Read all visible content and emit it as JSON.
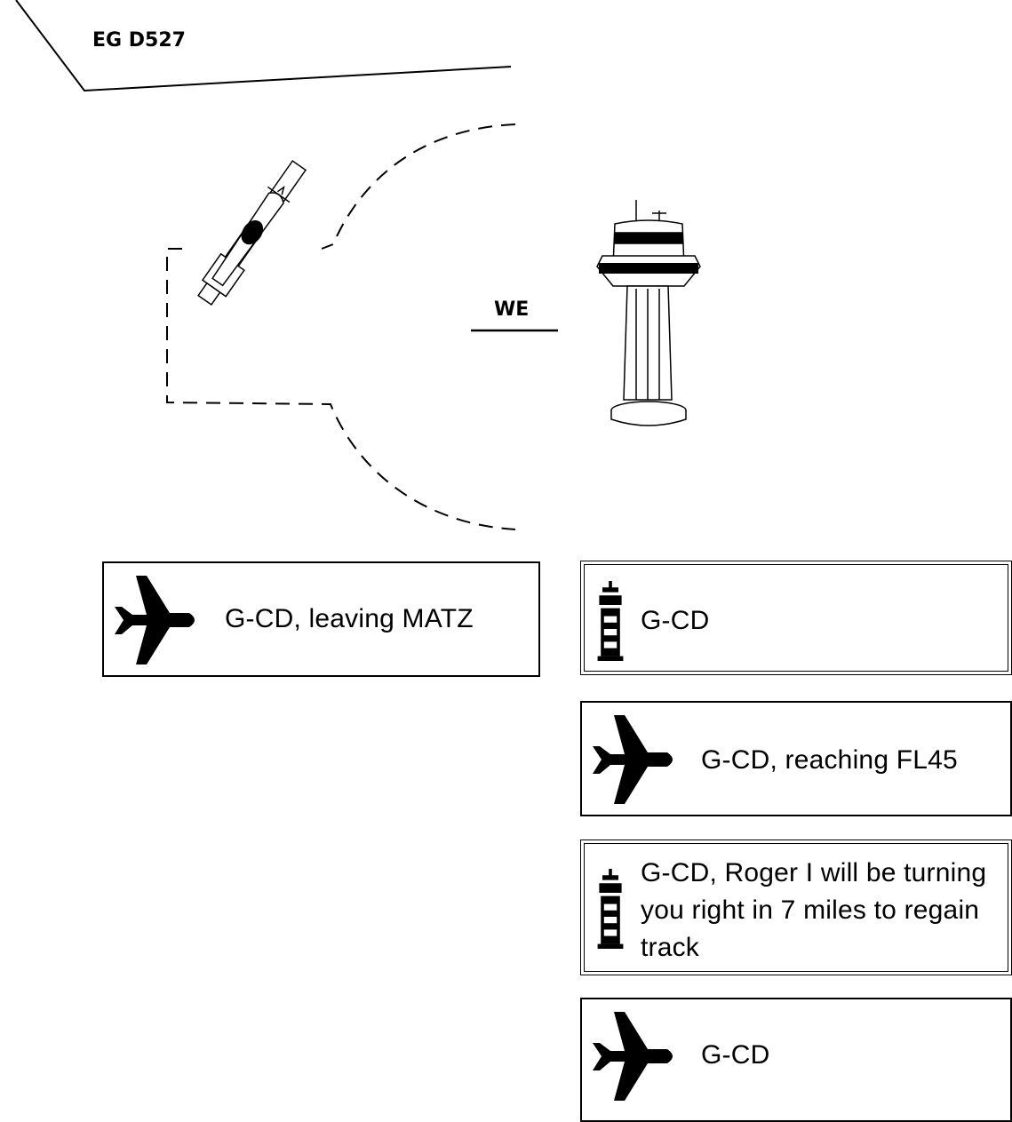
{
  "labels": {
    "danger_area": "EG D527",
    "tower_callsign": "WE"
  },
  "messages": [
    {
      "speaker": "aircraft",
      "icon": "aircraft-icon",
      "text": "G-CD, leaving MATZ"
    },
    {
      "speaker": "atc",
      "icon": "control-tower-icon",
      "text": "G-CD"
    },
    {
      "speaker": "aircraft",
      "icon": "aircraft-icon",
      "text": "G-CD, reaching FL45"
    },
    {
      "speaker": "atc",
      "icon": "control-tower-icon",
      "text": "G-CD, Roger I will be turning you right in 7 miles to regain track"
    },
    {
      "speaker": "aircraft",
      "icon": "aircraft-icon",
      "text": "G-CD"
    }
  ]
}
